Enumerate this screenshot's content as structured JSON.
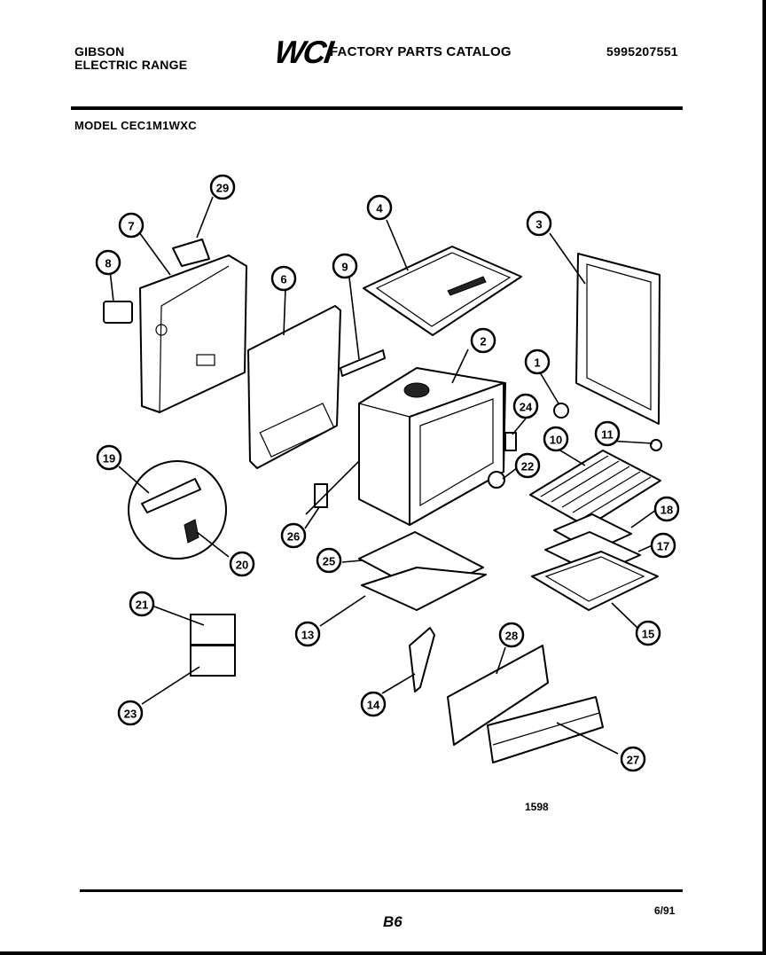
{
  "header": {
    "brand": "GIBSON",
    "product": "ELECTRIC RANGE",
    "logo_text": "WCI",
    "catalog_title": "FACTORY PARTS CATALOG",
    "document_number": "5995207551",
    "model_label": "MODEL CEC1M1WXC"
  },
  "diagram": {
    "callouts": [
      "1",
      "2",
      "3",
      "4",
      "6",
      "7",
      "8",
      "9",
      "10",
      "11",
      "13",
      "14",
      "15",
      "17",
      "18",
      "19",
      "20",
      "21",
      "22",
      "23",
      "24",
      "25",
      "26",
      "27",
      "28",
      "29"
    ],
    "figure_number": "1598"
  },
  "footer": {
    "page": "B6",
    "date": "6/91"
  }
}
